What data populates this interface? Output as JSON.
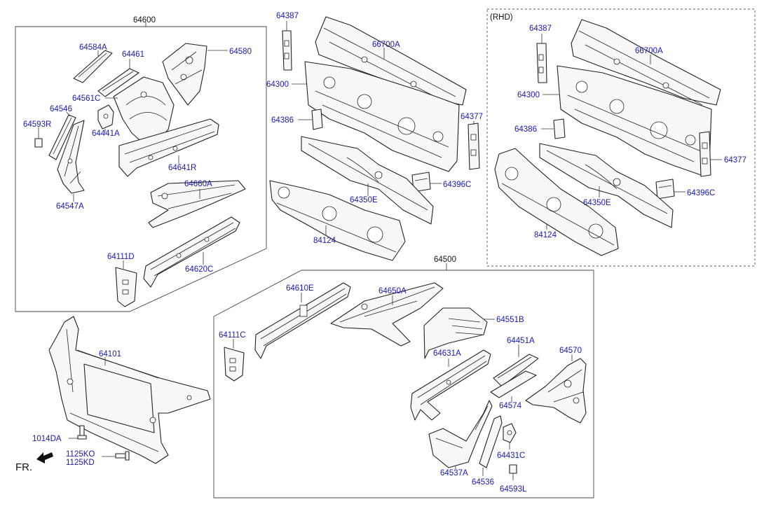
{
  "diagram": {
    "groups": {
      "left_assy": "64600",
      "lower_assy": "64500",
      "rhd_note": "(RHD)"
    },
    "parts": {
      "p64584A": "64584A",
      "p64461": "64461",
      "p64580": "64580",
      "p64561C": "64561C",
      "p64546": "64546",
      "p64593R": "64593R",
      "p64441A": "64441A",
      "p64641R": "64641R",
      "p64547A": "64547A",
      "p64660A": "64660A",
      "p64111D": "64111D",
      "p64620C": "64620C",
      "p64387": "64387",
      "p66700A": "66700A",
      "p64300": "64300",
      "p64386": "64386",
      "p64377": "64377",
      "p64396C": "64396C",
      "p64350E": "64350E",
      "p84124": "84124",
      "r64387": "64387",
      "r66700A": "66700A",
      "r64300": "64300",
      "r64386": "64386",
      "r64377": "64377",
      "r64396C": "64396C",
      "r64350E": "64350E",
      "r84124": "84124",
      "p64610E": "64610E",
      "p64650A": "64650A",
      "p64551B": "64551B",
      "p64111C": "64111C",
      "p64631A": "64631A",
      "p64451A": "64451A",
      "p64570": "64570",
      "p64574": "64574",
      "p64537A": "64537A",
      "p64536": "64536",
      "p64431C": "64431C",
      "p64593L": "64593L",
      "p64101": "64101",
      "p1014DA": "1014DA",
      "p1125KO": "1125KO",
      "p1125KD": "1125KD"
    },
    "direction_marker": "FR.",
    "colors": {
      "label": "#1a1aa8",
      "line": "#222222",
      "fill": "#f7f7f7"
    }
  }
}
